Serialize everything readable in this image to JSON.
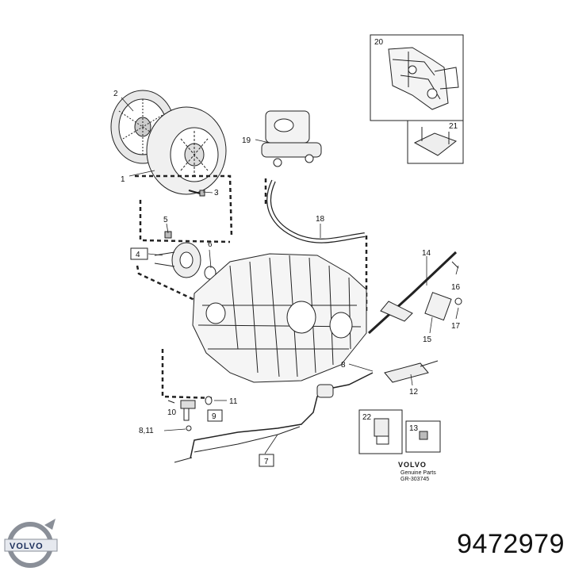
{
  "callouts": {
    "c1": "1",
    "c2": "2",
    "c3": "3",
    "c4": "4",
    "c5": "5",
    "c6": "6",
    "c7": "7",
    "c8": "8",
    "c8_11": "8,11",
    "c9": "9",
    "c10": "10",
    "c11": "11",
    "c12": "12",
    "c13": "13",
    "c14": "14",
    "c15": "15",
    "c16": "16",
    "c17": "17",
    "c18": "18",
    "c19": "19",
    "c20": "20",
    "c21": "21",
    "c22": "22"
  },
  "footer": {
    "brand": "VOLVO",
    "subtitle": "Genuine Parts",
    "ref": "GR-303745"
  },
  "logo": {
    "text": "VOLVO"
  },
  "part_number": "9472979"
}
